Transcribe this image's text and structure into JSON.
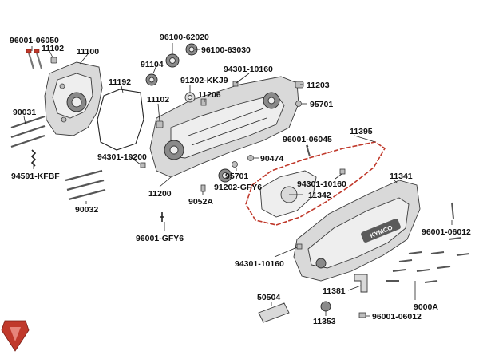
{
  "labels": {
    "l_96001_06050": "96001-06050",
    "l_11102_top": "11102",
    "l_11100": "11100",
    "l_96100_62020": "96100-62020",
    "l_96100_63030": "96100-63030",
    "l_91104": "91104",
    "l_94301_10160_top": "94301-10160",
    "l_11192": "11192",
    "l_91202_kkj9": "91202-KKJ9",
    "l_11203": "11203",
    "l_11206": "11206",
    "l_11102_mid": "11102",
    "l_95701_top": "95701",
    "l_90031": "90031",
    "l_11395": "11395",
    "l_96001_06045": "96001-06045",
    "l_90474": "90474",
    "l_94301_10200": "94301-10200",
    "l_95701_mid": "95701",
    "l_91202_gfy6": "91202-GFY6",
    "l_11341": "11341",
    "l_94591_kfbf": "94591-KFBF",
    "l_94301_10160_mid": "94301-10160",
    "l_11342": "11342",
    "l_11200": "11200",
    "l_9052a": "9052A",
    "l_90032": "90032",
    "l_96001_06012_right": "96001-06012",
    "l_96001_gfy6": "96001-GFY6",
    "l_94301_10160_bot": "94301-10160",
    "l_11381": "11381",
    "l_50504": "50504",
    "l_9000a": "9000A",
    "l_11353": "11353",
    "l_96001_06012_bot": "96001-06012"
  },
  "cover_brand": "KYMCO",
  "colors": {
    "accent_red": "#c0392b",
    "part_grey": "#d9d9d9",
    "outline": "#3a3a3a"
  }
}
